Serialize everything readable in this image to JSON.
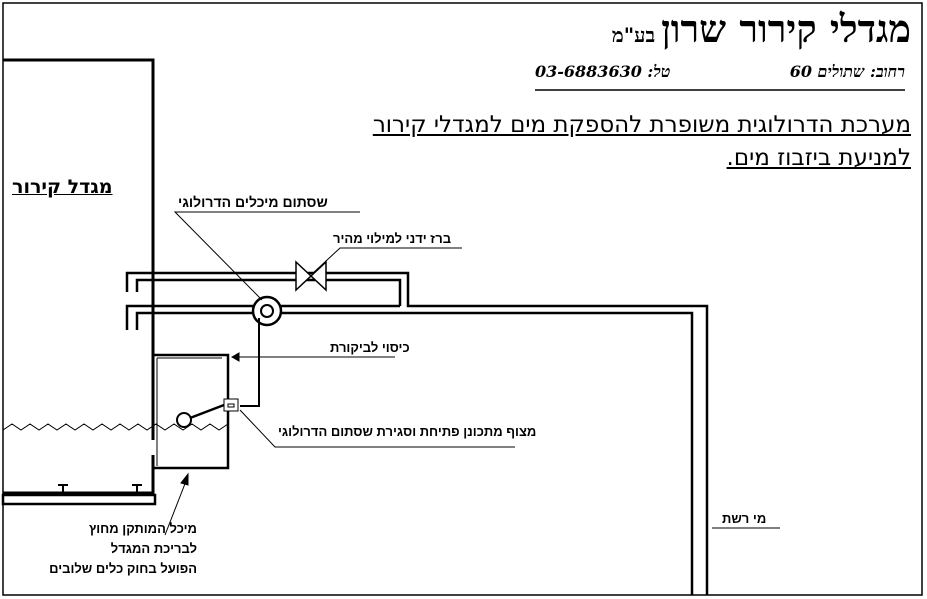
{
  "header": {
    "company_name": "מגדלי קירור שרון",
    "company_suffix": "בע\"מ",
    "address": "רחוב: שתולים 60",
    "phone": "טל: 03-6883630"
  },
  "subtitle": {
    "line1": "מערכת הדרולוגית משופרת להספקת מים למגדלי קירור",
    "line2": "למניעת ביזבוז מים."
  },
  "labels": {
    "tower": "מגדל קירור",
    "hydraulic_valve": "שסתום מיכלים הדרולוגי",
    "manual_valve": "ברז ידני למילוי מהיר",
    "inspection_cover": "כיסוי לביקורת",
    "float": "מצוף מתכונן פתיחת וסגירת  שסתום הדרולוגי",
    "tank_line1": "מיכל המותקן מחוץ",
    "tank_line2": "לבריכת המגדל",
    "tank_line3": "הפועל בחוק כלים שלובים",
    "mains_water": "מי רשת"
  }
}
